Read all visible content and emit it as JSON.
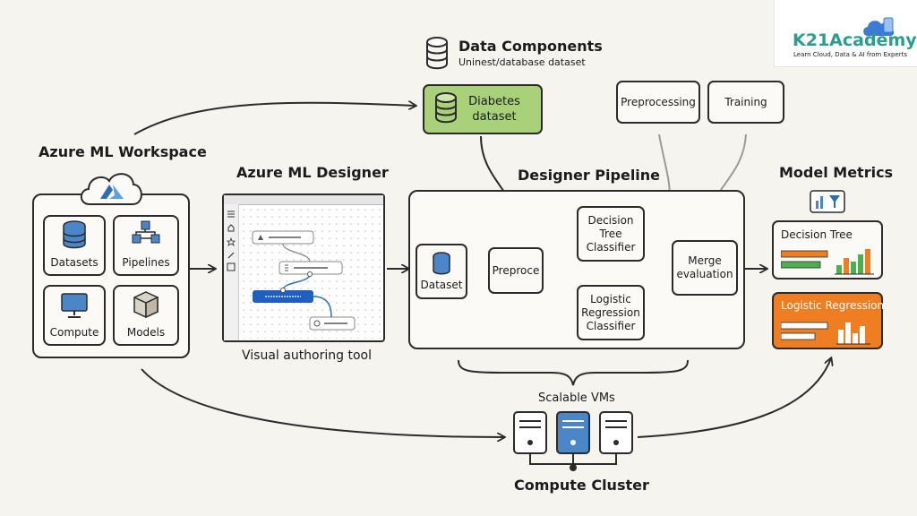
{
  "logo": {
    "name": "K21Academy",
    "tagline": "Learn Cloud, Data & AI from Experts"
  },
  "data_components": {
    "title": "Data Components",
    "subtitle": "Uninest/database dataset",
    "dataset_label": "Diabetes dataset"
  },
  "stages": {
    "preprocessing": "Preprocessing",
    "training": "Training"
  },
  "workspace": {
    "title": "Azure ML Workspace",
    "tiles": {
      "datasets": "Datasets",
      "pipelines": "Pipelines",
      "compute": "Compute",
      "models": "Models"
    }
  },
  "designer": {
    "title": "Azure ML Designer",
    "caption": "Visual authoring tool"
  },
  "pipeline": {
    "title": "Designer Pipeline",
    "dataset": "Dataset",
    "preproce": "Preproce",
    "decision_tree": "Decision Tree Classifier",
    "logistic_regression": "Logistic Regression Classifier",
    "merge": "Merge evaluation"
  },
  "metrics": {
    "title": "Model Metrics",
    "decision_tree": "Decision Tree",
    "logistic_regression": "Logistic Regression"
  },
  "compute": {
    "vms_label": "Scalable VMs",
    "cluster_label": "Compute Cluster"
  },
  "colors": {
    "accent_orange": "#ef7d22",
    "dataset_green": "#a9d179",
    "blue": "#4a86c8",
    "green": "#4caf50"
  }
}
